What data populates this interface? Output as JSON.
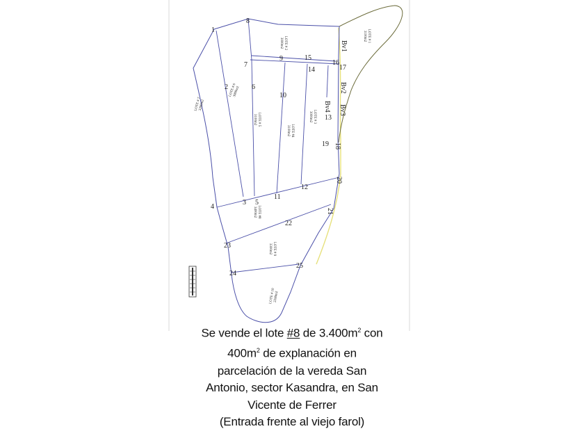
{
  "plan": {
    "point_labels": [
      {
        "id": "p1",
        "text": "1"
      },
      {
        "id": "p2",
        "text": "2"
      },
      {
        "id": "p3",
        "text": "3"
      },
      {
        "id": "p4",
        "text": "4"
      },
      {
        "id": "p5",
        "text": "5"
      },
      {
        "id": "p6",
        "text": "6"
      },
      {
        "id": "p7",
        "text": "7"
      },
      {
        "id": "p8",
        "text": "8"
      },
      {
        "id": "p9",
        "text": "9"
      },
      {
        "id": "p10",
        "text": "10"
      },
      {
        "id": "p11",
        "text": "11"
      },
      {
        "id": "p12",
        "text": "12"
      },
      {
        "id": "p13",
        "text": "13"
      },
      {
        "id": "p14",
        "text": "14"
      },
      {
        "id": "p15",
        "text": "15"
      },
      {
        "id": "p16",
        "text": "16"
      },
      {
        "id": "p17",
        "text": "17"
      },
      {
        "id": "p18",
        "text": "18"
      },
      {
        "id": "p19",
        "text": "19"
      },
      {
        "id": "p20",
        "text": "20"
      },
      {
        "id": "p21",
        "text": "21"
      },
      {
        "id": "p22",
        "text": "22"
      },
      {
        "id": "p23",
        "text": "23"
      },
      {
        "id": "p24",
        "text": "24"
      },
      {
        "id": "p25",
        "text": "25"
      },
      {
        "id": "bv1",
        "text": "Bv1"
      },
      {
        "id": "bv2",
        "text": "Bv2"
      },
      {
        "id": "bv3",
        "text": "Bv3"
      },
      {
        "id": "bv4",
        "text": "Bv4"
      }
    ],
    "lots": [
      {
        "id": "l1",
        "name": "LOTE # 1",
        "area": "3100m2"
      },
      {
        "id": "l2",
        "name": "LOTE # 2",
        "area": "3000m2"
      },
      {
        "id": "l3",
        "name": "LOTE # 3",
        "area": "3000m2"
      },
      {
        "id": "l4",
        "name": "LOTE #4",
        "area": "3100m2"
      },
      {
        "id": "l5",
        "name": "LOTE # 5",
        "area": "3100m2"
      },
      {
        "id": "l6",
        "name": "LOTE # 6",
        "area": "3000m2"
      },
      {
        "id": "l7",
        "name": "LOTE # 7",
        "area": "3200m2"
      },
      {
        "id": "l8",
        "name": "LOTE #8",
        "area": "3400m2"
      },
      {
        "id": "l9",
        "name": "LOTE # 9",
        "area": "3300m2"
      },
      {
        "id": "l10",
        "name": "LOTE # 10",
        "area": "2200m2"
      }
    ]
  },
  "caption": {
    "l1_pre": "Se vende el lote ",
    "l1_lot": "#8",
    "l1_mid": " de 3.400m",
    "l1_sup": "2",
    "l1_post": " con",
    "l2_pre": "400m",
    "l2_sup": "2",
    "l2_post": " de explanación en",
    "l3": "parcelación de la vereda San",
    "l4": "Antonio, sector Kasandra, en San",
    "l5": "Vicente de Ferrer",
    "l6": "(Entrada frente al viejo farol)"
  },
  "colors": {
    "boundary": "#4a4fa8",
    "slope": "#6b6b3a",
    "road": "#e6e07a",
    "text": "#111111"
  }
}
